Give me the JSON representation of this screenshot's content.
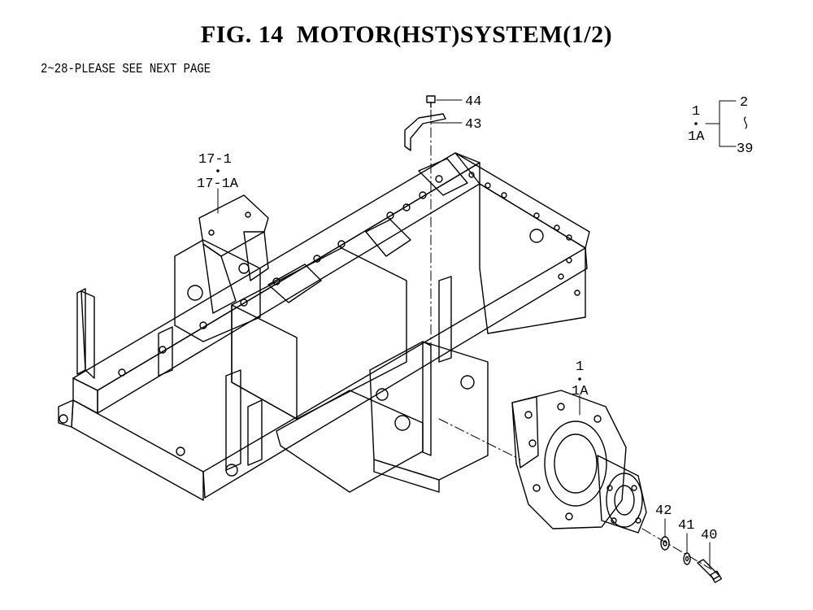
{
  "title": "FIG. 14  MOTOR(HST)SYSTEM(1/2)",
  "note": "2~28-PLEASE SEE NEXT PAGE",
  "callouts": {
    "c44": "44",
    "c43": "43",
    "c17_1": "17-1",
    "c17_1a": "17-1A",
    "c1_top": "1",
    "c1a_top": "1A",
    "c2": "2",
    "c39": "39",
    "c1_motor": "1",
    "c1a_motor": "1A",
    "c42": "42",
    "c41": "41",
    "c40": "40"
  }
}
